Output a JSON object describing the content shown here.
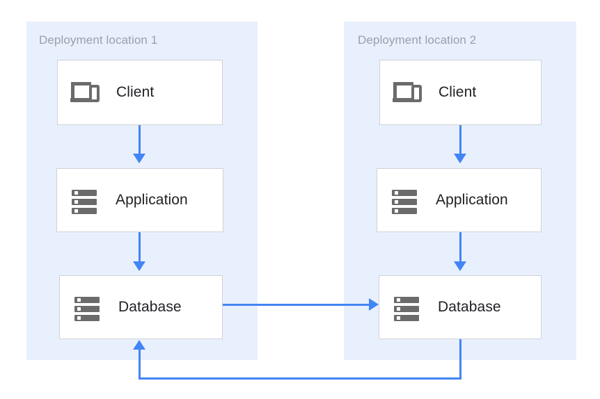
{
  "diagram": {
    "title": "Multi-region deployment replication diagram",
    "colors": {
      "region_background": "#e8f0fe",
      "region_label_text": "#9aa0a6",
      "node_background": "#ffffff",
      "node_border": "#cfd2d6",
      "node_label_text": "#202124",
      "icon_gray": "#6b6b6b",
      "connector_blue": "#4285f4",
      "canvas_background": "#ffffff"
    },
    "regions": [
      {
        "id": "region-1",
        "label": "Deployment location 1",
        "nodes": [
          {
            "id": "client-1",
            "label": "Client",
            "icon": "client-devices-icon"
          },
          {
            "id": "application-1",
            "label": "Application",
            "icon": "server-stack-icon"
          },
          {
            "id": "database-1",
            "label": "Database",
            "icon": "server-stack-icon"
          }
        ]
      },
      {
        "id": "region-2",
        "label": "Deployment location 2",
        "nodes": [
          {
            "id": "client-2",
            "label": "Client",
            "icon": "client-devices-icon"
          },
          {
            "id": "application-2",
            "label": "Application",
            "icon": "server-stack-icon"
          },
          {
            "id": "database-2",
            "label": "Database",
            "icon": "server-stack-icon"
          }
        ]
      }
    ],
    "connectors": [
      {
        "id": "client-1-to-application-1",
        "from": "client-1",
        "to": "application-1",
        "direction": "down"
      },
      {
        "id": "application-1-to-database-1",
        "from": "application-1",
        "to": "database-1",
        "direction": "down"
      },
      {
        "id": "client-2-to-application-2",
        "from": "client-2",
        "to": "application-2",
        "direction": "down"
      },
      {
        "id": "application-2-to-database-2",
        "from": "application-2",
        "to": "database-2",
        "direction": "down"
      },
      {
        "id": "database-1-to-database-2",
        "from": "database-1",
        "to": "database-2",
        "direction": "right"
      },
      {
        "id": "database-2-to-database-1",
        "from": "database-2",
        "to": "database-1",
        "direction": "loop-back-up"
      }
    ]
  }
}
